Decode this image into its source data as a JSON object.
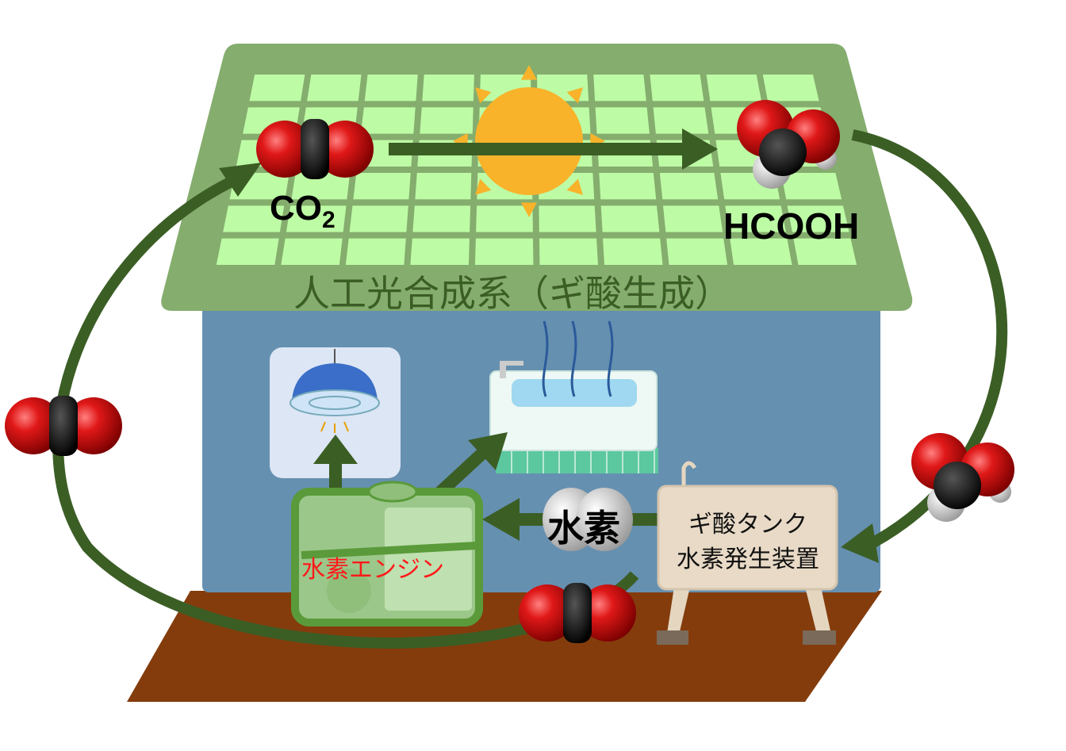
{
  "title": "人工光合成系（ギ酸生成）",
  "molecules": {
    "co2_label": "CO",
    "co2_subscript": "2",
    "formic_label": "HCOOH",
    "hydrogen_label": "水素"
  },
  "engine_label": "水素エンジン",
  "tank_label": {
    "line1": "ギ酸タンク",
    "line2": "水素発生装置"
  },
  "colors": {
    "roof": "#85ad6e",
    "panel": "#bdfca5",
    "wall": "#6690b0",
    "floor": "#843c0c",
    "arrow": "#3b5e25",
    "sun": "#f8b32b",
    "engine_text": "#ff1a1a"
  }
}
